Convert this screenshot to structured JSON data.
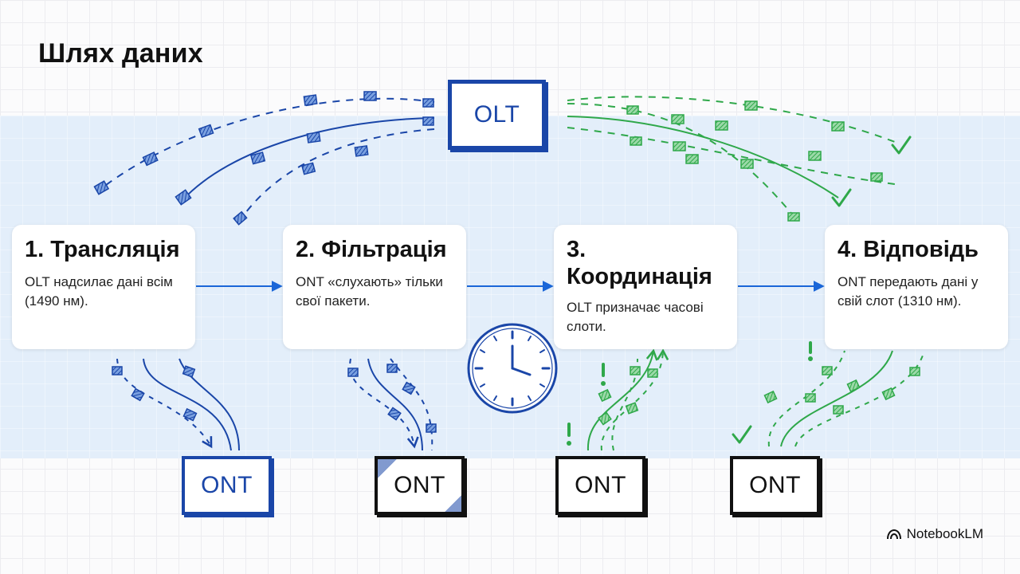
{
  "title": "Шлях даних",
  "olt_label": "OLT",
  "steps": [
    {
      "title": "1. Трансляція",
      "desc": "OLT надсилає дані всім (1490 нм)."
    },
    {
      "title": "2. Фільтрація",
      "desc": "ONT «слухають» тільки свої пакети."
    },
    {
      "title": "3. Координація",
      "desc": "OLT призначає часові слоти."
    },
    {
      "title": "4. Відповідь",
      "desc": "ONT передають дані у свій слот (1310 нм)."
    }
  ],
  "ont_labels": [
    "ONT",
    "ONT",
    "ONT",
    "ONT"
  ],
  "brand": {
    "name": "NotebookLM",
    "icon": "notebooklm-logo-icon"
  },
  "colors": {
    "downstream": "#1a46a8",
    "upstream": "#2fa84a",
    "band": "#e3eefa"
  }
}
